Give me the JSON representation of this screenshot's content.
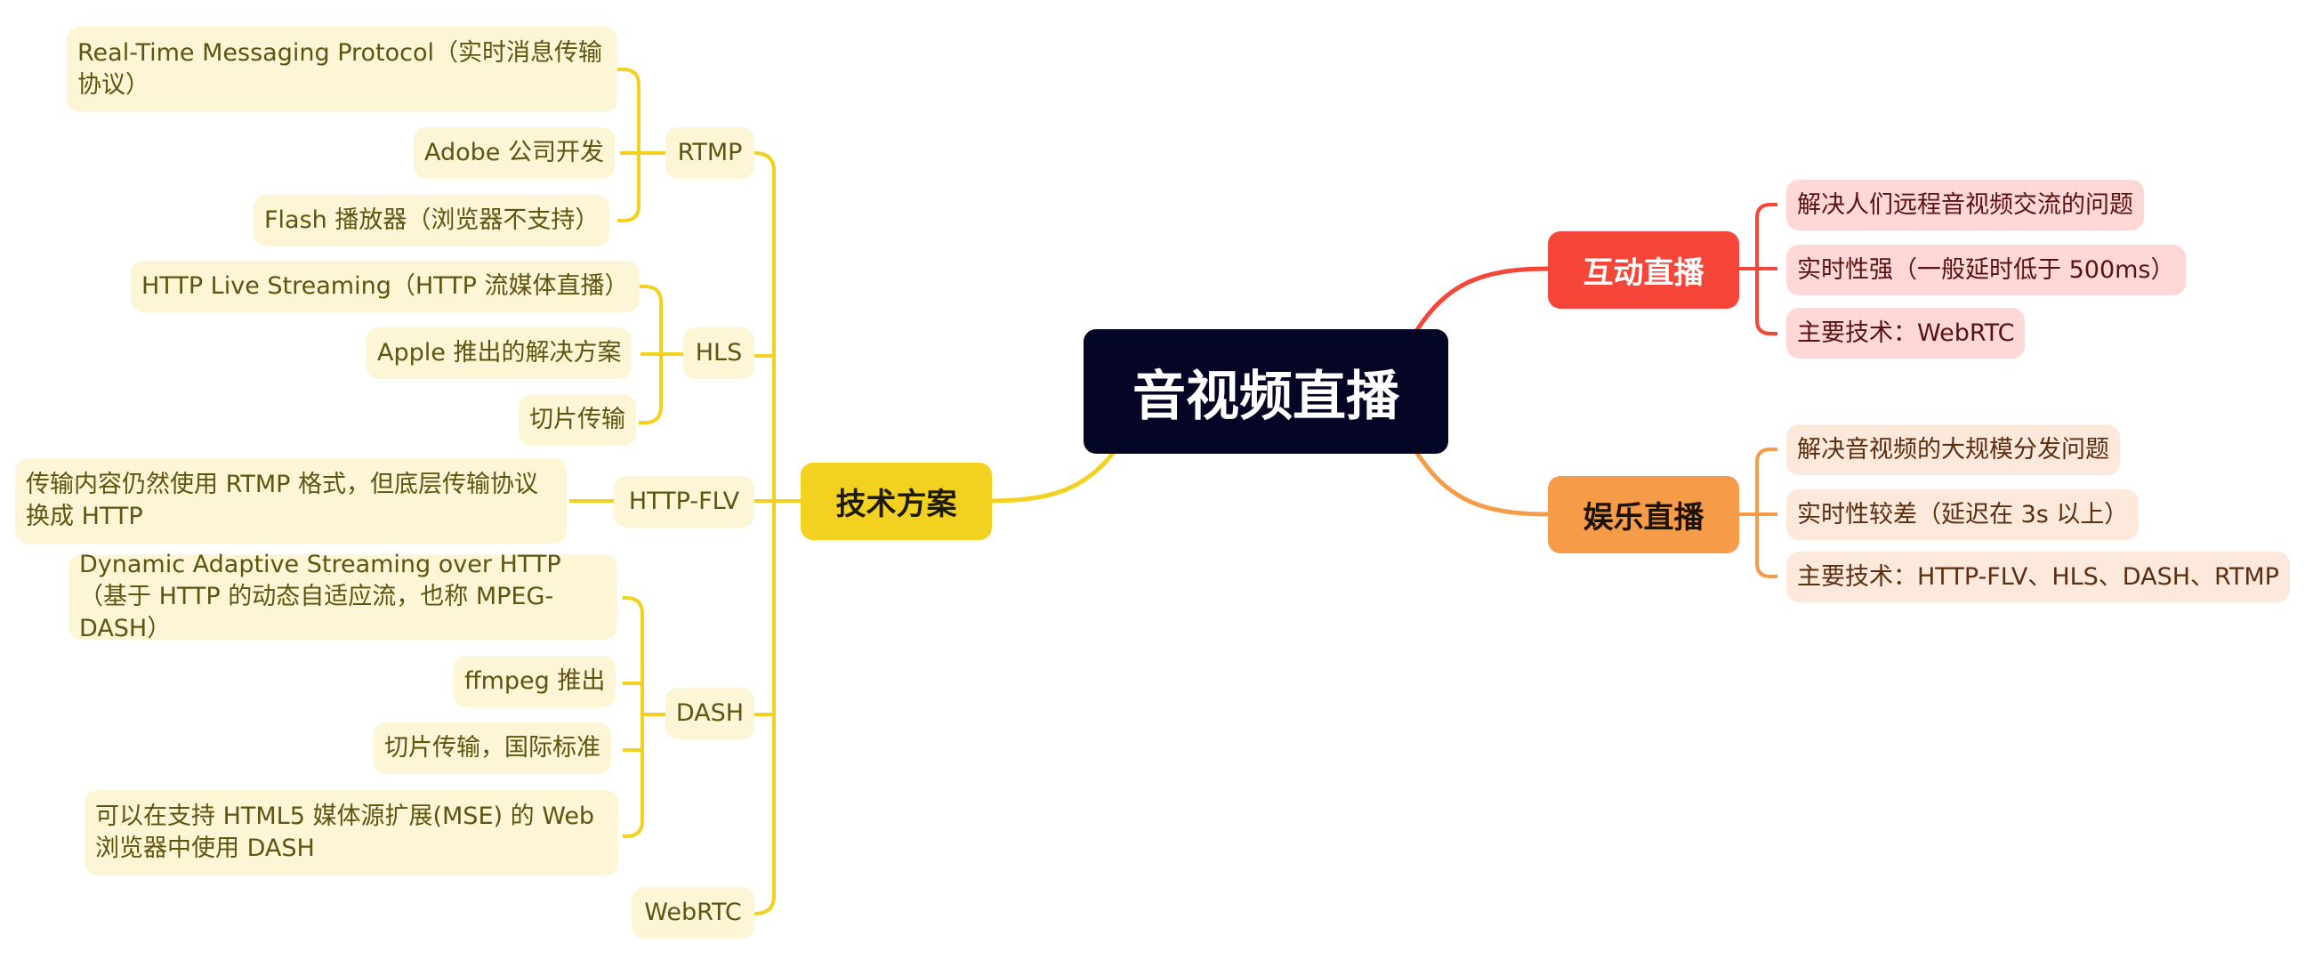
{
  "root": {
    "label": "音视频直播"
  },
  "branches": {
    "interactive": {
      "label": "互动直播",
      "items": [
        "解决人们远程音视频交流的问题",
        "实时性强（一般延时低于 500ms）",
        "主要技术：WebRTC"
      ]
    },
    "entertainment": {
      "label": "娱乐直播",
      "items": [
        "解决音视频的大规模分发问题",
        "实时性较差（延迟在 3s 以上）",
        "主要技术：HTTP-FLV、HLS、DASH、RTMP"
      ]
    },
    "tech": {
      "label": "技术方案",
      "rtmp": {
        "label": "RTMP",
        "items": [
          "Real-Time Messaging Protocol（实时消息传输协议）",
          "Adobe 公司开发",
          "Flash 播放器（浏览器不支持）"
        ]
      },
      "hls": {
        "label": "HLS",
        "items": [
          "HTTP Live Streaming（HTTP 流媒体直播）",
          "Apple 推出的解决方案",
          "切片传输"
        ]
      },
      "flv": {
        "label": "HTTP-FLV",
        "items": [
          "传输内容仍然使用 RTMP 格式，但底层传输协议换成 HTTP"
        ]
      },
      "dash": {
        "label": "DASH",
        "items": [
          "Dynamic Adaptive Streaming over HTTP（基于 HTTP 的动态自适应流，也称 MPEG-DASH）",
          "ffmpeg 推出",
          "切片传输，国际标准",
          "可以在支持 HTML5 媒体源扩展(MSE) 的 Web 浏览器中使用 DASH"
        ]
      },
      "webrtc": {
        "label": "WebRTC"
      }
    }
  },
  "colors": {
    "root": "#050625",
    "interactive": "#f64539",
    "entertainment": "#f69c48",
    "tech": "#f2d120"
  }
}
